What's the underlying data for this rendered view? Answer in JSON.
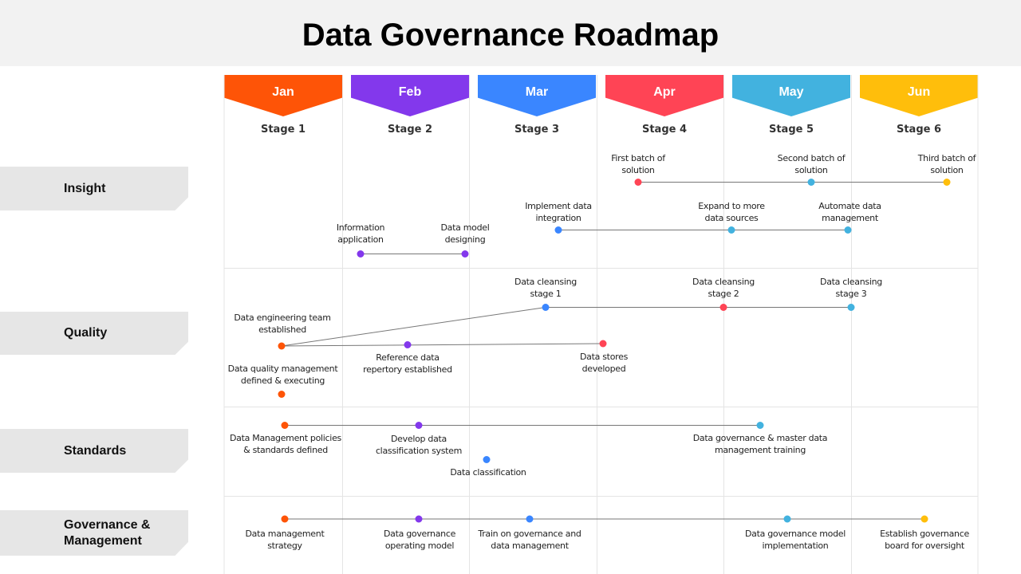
{
  "title": "Data Governance Roadmap",
  "months": [
    {
      "label": "Jan",
      "stage": "Stage 1",
      "color": "#fe5407"
    },
    {
      "label": "Feb",
      "stage": "Stage 2",
      "color": "#8338ec"
    },
    {
      "label": "Mar",
      "stage": "Stage 3",
      "color": "#3a86ff"
    },
    {
      "label": "Apr",
      "stage": "Stage 4",
      "color": "#ff4455"
    },
    {
      "label": "May",
      "stage": "Stage 5",
      "color": "#42b2df"
    },
    {
      "label": "Jun",
      "stage": "Stage 6",
      "color": "#ffbe0b"
    }
  ],
  "rows": [
    {
      "label": "Insight"
    },
    {
      "label": "Quality"
    },
    {
      "label": "Standards"
    },
    {
      "label": "Governance & Management"
    }
  ],
  "events": {
    "first_batch": "First batch of solution",
    "second_batch": "Second batch of solution",
    "third_batch": "Third batch of solution",
    "implement_integration": "Implement data integration",
    "expand_sources": "Expand to more data sources",
    "automate": "Automate data management",
    "info_application": "Information application",
    "data_model": "Data model designing",
    "cleansing_1": "Data cleansing stage 1",
    "cleansing_2": "Data cleansing stage 2",
    "cleansing_3": "Data cleansing stage 3",
    "eng_team": "Data engineering team established",
    "reference_data": "Reference data repertory established",
    "data_stores": "Data stores developed",
    "dq_management": "Data quality management defined & executing",
    "policies": "Data Management policies & standards defined",
    "classification_system": "Develop data classification system",
    "master_training": "Data governance & master data management training",
    "classification": "Data classification",
    "mgmt_strategy": "Data management strategy",
    "operating_model": "Data governance operating model",
    "train": "Train on governance and data management",
    "model_impl": "Data governance model implementation",
    "board": "Establish governance board for oversight"
  }
}
